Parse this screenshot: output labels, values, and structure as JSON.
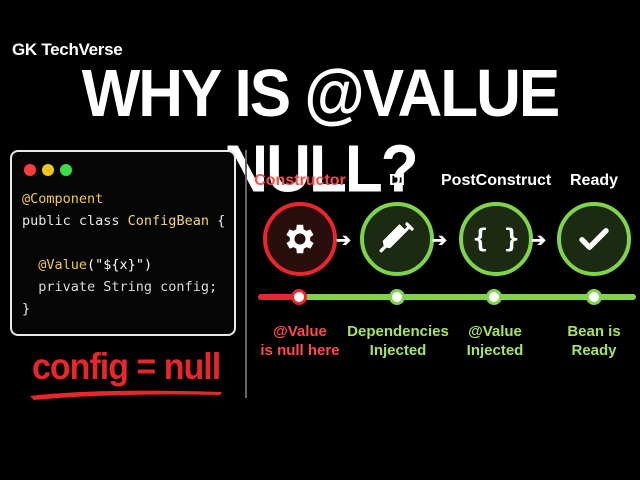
{
  "brand": "GK TechVerse",
  "headline": "WHY IS @VALUE NULL?",
  "code_window": {
    "dot_colors": [
      "#ff3b3b",
      "#f5c518",
      "#3ddc4a"
    ],
    "lines": {
      "l1": "@Component",
      "l2_kw": "public class ",
      "l2_cls": "ConfigBean",
      "l2_end": " {",
      "l3_ann": "@Value",
      "l3_str": "(\"${x}\")",
      "l4": "private String config;",
      "l5": "}"
    }
  },
  "null_label": "config = null",
  "stages": [
    {
      "title": "Constructor",
      "icon": "gear-icon",
      "caption_1": "@Value",
      "caption_2": "is null here",
      "color": "#e8262c"
    },
    {
      "title": "DI",
      "icon": "syringe-icon",
      "caption_1": "Dependencies",
      "caption_2": "Injected",
      "color": "#7fd44a"
    },
    {
      "title": "PostConstruct",
      "icon": "braces-icon",
      "caption_1": "@Value",
      "caption_2": "Injected",
      "color": "#7fd44a"
    },
    {
      "title": "Ready",
      "icon": "check-icon",
      "caption_1": "Bean is",
      "caption_2": "Ready",
      "color": "#7fd44a"
    }
  ],
  "braces_glyph": "{ }"
}
